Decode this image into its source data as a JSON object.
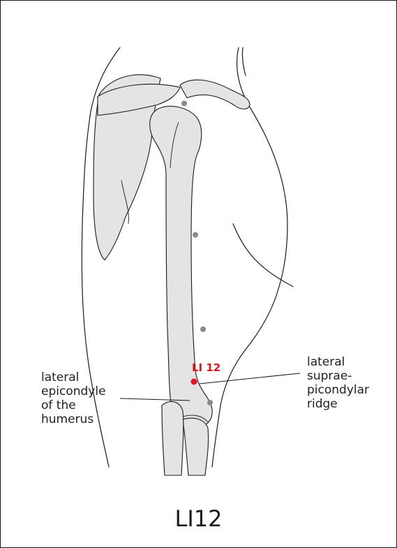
{
  "title": "LI12",
  "point_label": "LI 12",
  "labels": {
    "left": [
      "lateral",
      "epicondyle",
      "of the",
      "humerus"
    ],
    "right": [
      "lateral",
      "suprae-",
      "picondylar",
      "ridge"
    ]
  },
  "colors": {
    "bone": "#e4e4e4",
    "outline": "#1a1a1a",
    "point_red": "#e2121f",
    "point_gray": "#8a8a8a"
  }
}
